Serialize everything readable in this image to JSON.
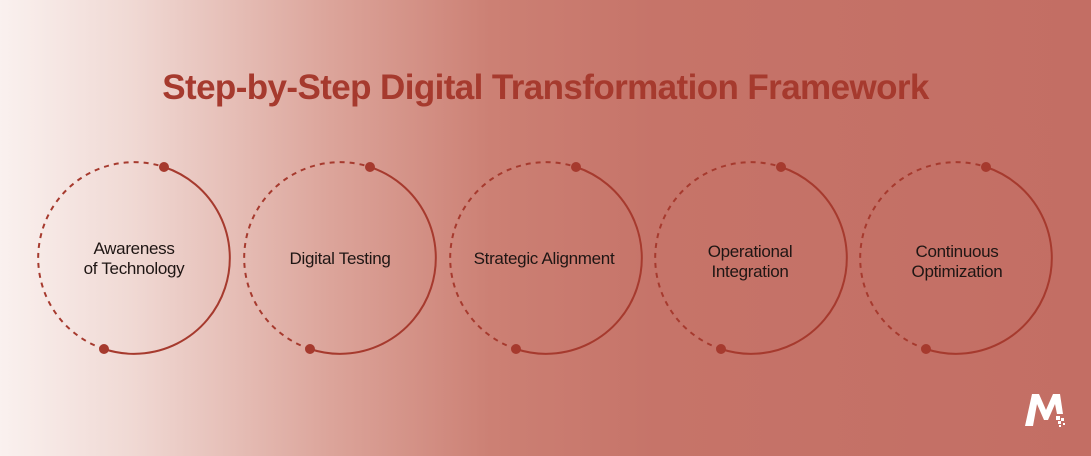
{
  "title": "Step-by-Step Digital Transformation Framework",
  "colors": {
    "accent": "#a63a2e",
    "text": "#1f1614",
    "logo": "#ffffff"
  },
  "steps": [
    {
      "line1": "Awareness",
      "line2": "of Technology"
    },
    {
      "line1": "Digital Testing",
      "line2": ""
    },
    {
      "line1": "Strategic Alignment",
      "line2": ""
    },
    {
      "line1": "Operational",
      "line2": "Integration"
    },
    {
      "line1": "Continuous",
      "line2": "Optimization"
    }
  ],
  "logo": {
    "icon": "m-logo-icon"
  }
}
